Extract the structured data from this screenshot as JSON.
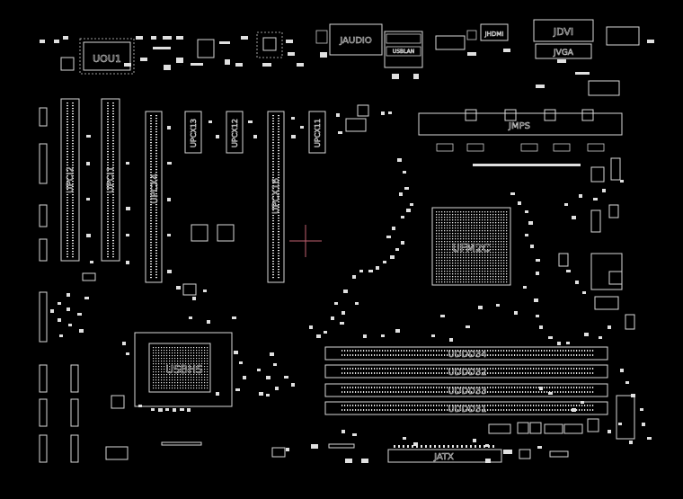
{
  "board": {
    "background": "#000000",
    "outline_color": "#d8d8d8",
    "cpu_grid_color": "#8fd6d6",
    "cursor_color": "#c06070"
  },
  "labels": {
    "uou1": "UOU1",
    "jaudio": "JAUDIO",
    "usblan": "USBLAN",
    "jhdmi": "JHDMI",
    "jdvi": "JDVI",
    "jvga": "JVGA",
    "upci2": "UPCI2",
    "upci1": "UPCI1",
    "upcx4": "UPCX4",
    "upcx13": "UPCX13",
    "upcx12": "UPCX12",
    "upcx16": "UPCX16",
    "upcx11": "UPCX11",
    "jmps": "JMPS",
    "ufm2c": "UFM2C",
    "usbhs": "USBHS",
    "uddd34": "UDDD34",
    "uddd32": "UDDD32",
    "uddd33": "UDDD33",
    "uddd31": "UDDD31",
    "jatx": "JATX"
  }
}
